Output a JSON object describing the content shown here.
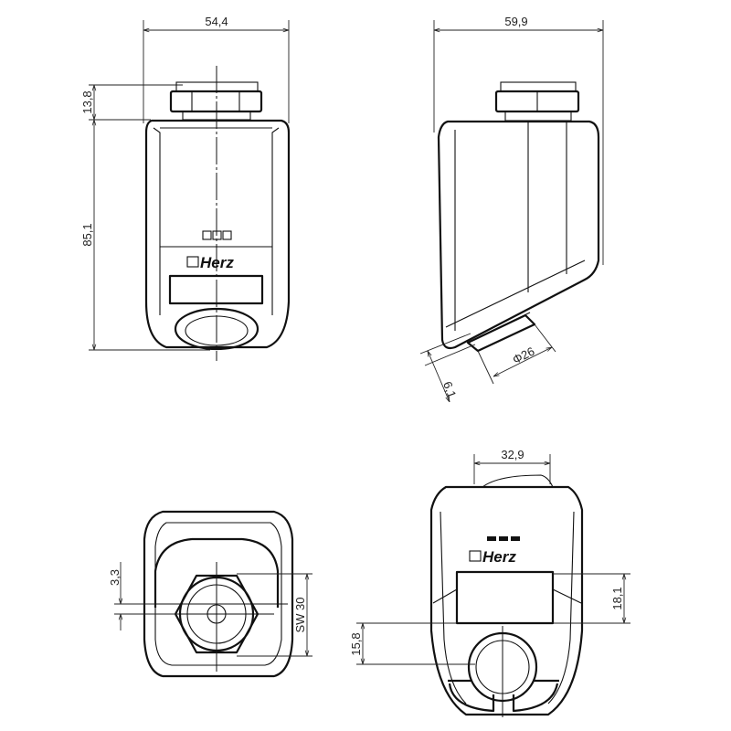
{
  "front_view": {
    "width": "54,4",
    "nut_height": "13,8",
    "body_height": "85,1",
    "brand": "Herz"
  },
  "side_view": {
    "depth": "59,9",
    "knob_diameter": "Φ26",
    "knob_offset": "6,1"
  },
  "bottom_view": {
    "offset": "3,3",
    "wrench_size": "SW 30"
  },
  "rear_view": {
    "cap_width": "32,9",
    "display_height": "18,1",
    "knob_offset": "15,8",
    "brand": "Herz"
  }
}
